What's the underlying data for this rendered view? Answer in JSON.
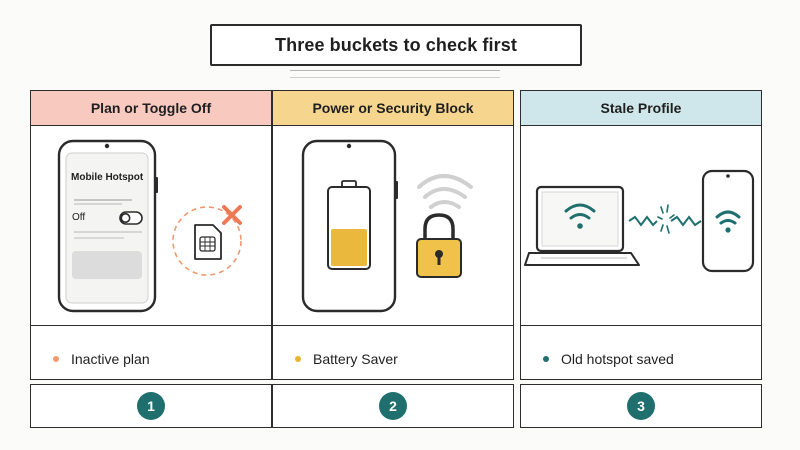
{
  "title": "Three buckets to check first",
  "colors": {
    "header_1": "#f7c9bf",
    "header_2": "#f6d58f",
    "header_3": "#cfe7ea",
    "accent_teal": "#1f6f6f",
    "battery_fill": "#eab83c",
    "lock": "#f1c24a",
    "cross": "#ee7a55"
  },
  "panels": [
    {
      "header": "Plan or Toggle Off",
      "phone_title": "Mobile Hotspot",
      "toggle_label": "Off",
      "icons": [
        "phone-icon",
        "toggle-icon",
        "sim-card-icon",
        "cross-icon"
      ],
      "bullet": "Inactive plan",
      "bullet_color": "#ee9a6e",
      "number": "1"
    },
    {
      "header": "Power or Security Block",
      "icons": [
        "phone-icon",
        "battery-icon",
        "wifi-signal-icon",
        "padlock-icon"
      ],
      "bullet": "Battery Saver",
      "bullet_color": "#e6b431",
      "number": "2"
    },
    {
      "header": "Stale Profile",
      "icons": [
        "laptop-icon",
        "wifi-icon",
        "broken-link-icon",
        "phone-icon"
      ],
      "bullet": "Old hotspot saved",
      "bullet_color": "#1f6f6f",
      "number": "3"
    }
  ]
}
